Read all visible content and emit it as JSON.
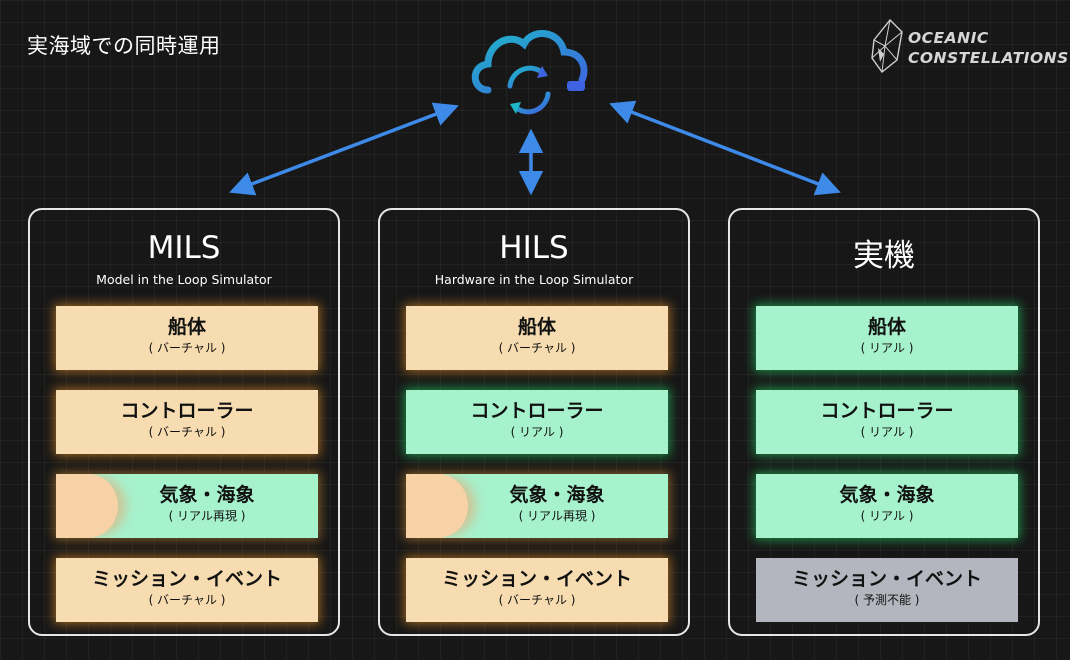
{
  "page": {
    "title": "実海域での同時運用"
  },
  "logo": {
    "line1": "OCEANIC",
    "line2": "CONSTELLATIONS"
  },
  "colors": {
    "arrow": "#3e8ae8",
    "virtual": "#f6dcb0",
    "real": "#a6f2cd",
    "unpredictable": "#b4b6bf",
    "cloud_gradient_start": "#1fb6c9",
    "cloud_gradient_end": "#3e63e0"
  },
  "icons": {
    "cloud": "cloud-sync-icon",
    "logo": "ship-logo-icon"
  },
  "panels": [
    {
      "title": "MILS",
      "subtitle": "Model in the Loop Simulator",
      "cards": [
        {
          "label": "船体",
          "sub": "( バーチャル )",
          "state": "virtual"
        },
        {
          "label": "コントローラー",
          "sub": "( バーチャル )",
          "state": "virtual"
        },
        {
          "label": "気象・海象",
          "sub": "( リアル再現 )",
          "state": "mixed"
        },
        {
          "label": "ミッション・イベント",
          "sub": "( バーチャル )",
          "state": "virtual"
        }
      ]
    },
    {
      "title": "HILS",
      "subtitle": "Hardware in the Loop Simulator",
      "cards": [
        {
          "label": "船体",
          "sub": "( バーチャル )",
          "state": "virtual"
        },
        {
          "label": "コントローラー",
          "sub": "( リアル )",
          "state": "real"
        },
        {
          "label": "気象・海象",
          "sub": "( リアル再現 )",
          "state": "mixed"
        },
        {
          "label": "ミッション・イベント",
          "sub": "( バーチャル )",
          "state": "virtual"
        }
      ]
    },
    {
      "title": "実機",
      "subtitle": "",
      "cards": [
        {
          "label": "船体",
          "sub": "( リアル )",
          "state": "real"
        },
        {
          "label": "コントローラー",
          "sub": "( リアル )",
          "state": "real"
        },
        {
          "label": "気象・海象",
          "sub": "( リアル )",
          "state": "real"
        },
        {
          "label": "ミッション・イベント",
          "sub": "( 予測不能 )",
          "state": "unpred"
        }
      ]
    }
  ]
}
